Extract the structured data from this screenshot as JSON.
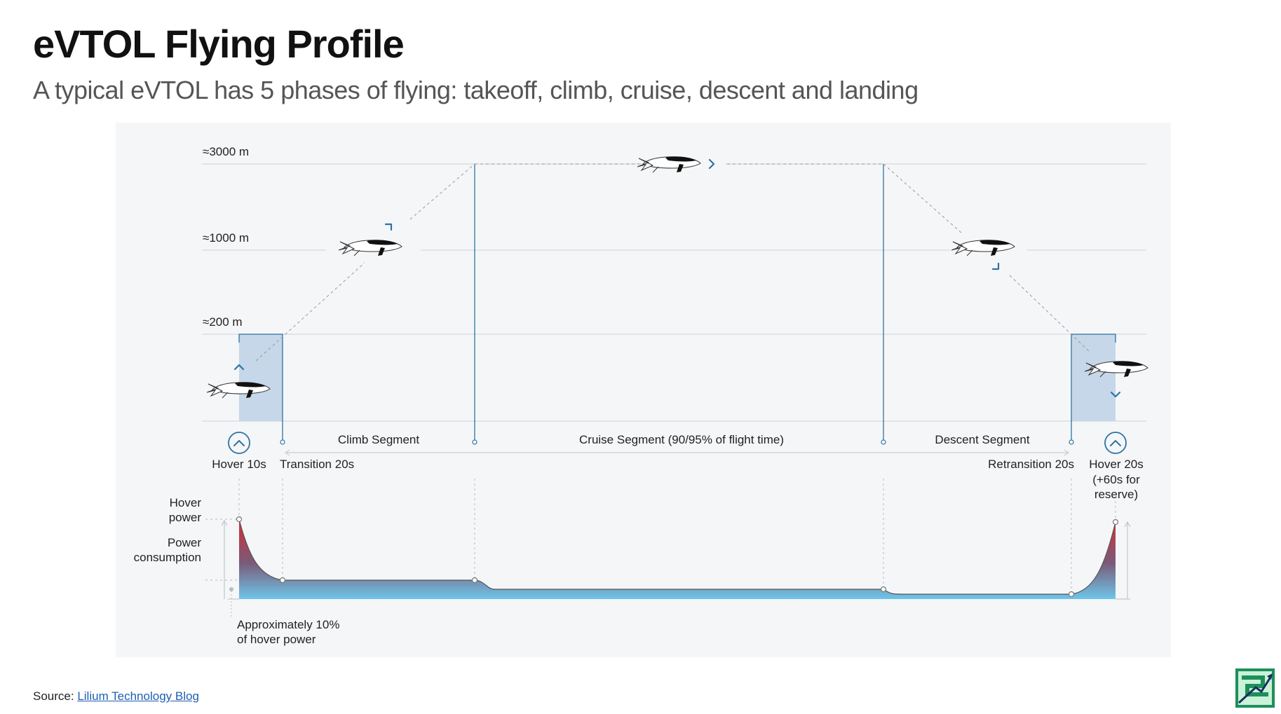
{
  "page": {
    "title": "eVTOL Flying Profile",
    "subtitle": "A typical eVTOL has 5 phases of flying: takeoff, climb, cruise, descent and landing"
  },
  "diagram": {
    "altitudes": [
      "≈3000 m",
      "≈1000 m",
      "≈200 m"
    ],
    "segments": {
      "climb": "Climb Segment",
      "cruise": "Cruise Segment (90/95% of flight time)",
      "descent": "Descent Segment"
    },
    "phases": {
      "hover_takeoff": "Hover 10s",
      "transition": "Transition 20s",
      "retransition": "Retransition 20s",
      "hover_landing_lines": [
        "Hover 20s",
        "(+60s for",
        "reserve)"
      ]
    },
    "power_labels": {
      "hover_power_lines": [
        "Hover",
        "power"
      ],
      "power_consumption_lines": [
        "Power",
        "consumption"
      ],
      "note_lines": [
        "Approximately 10%",
        "of hover power"
      ]
    },
    "icons": {
      "aircraft": "evtol-aircraft-icon",
      "hover_up": "chevron-up-circle-icon",
      "climb_indicator": "corner-arrow-icon",
      "cruise_indicator": "chevron-right-icon",
      "descent_indicator": "corner-arrow-icon",
      "landing_indicator": "chevron-down-icon"
    },
    "colors": {
      "accent": "#2e73a3",
      "hover_zone": "#c5d7e8",
      "power_high": "#d92b33",
      "power_low": "#6ec6ea",
      "grid": "#d5d9de"
    }
  },
  "footer": {
    "source_prefix": "Source:",
    "source_link": "Lilium Technology Blog"
  }
}
